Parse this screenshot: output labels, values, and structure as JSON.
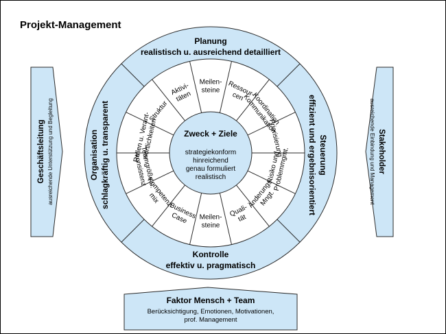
{
  "title": "Projekt-Management",
  "ring": {
    "top": {
      "line1": "Planung",
      "line2": "realistisch u. ausreichend detailliert"
    },
    "bottom": {
      "line1": "Kontrolle",
      "line2": "effektiv u. pragmatisch"
    },
    "left": {
      "line1": "Organisation",
      "line2": "schlagkräftig u. transparent"
    },
    "right": {
      "line1": "Steuerung",
      "line2": "effizient und ergebnisorientiert"
    }
  },
  "segments": [
    {
      "l1": "Meilen-",
      "l2": "steine"
    },
    {
      "l1": "Ressour-",
      "l2": "cen"
    },
    {
      "l1": "Koordination",
      "l2": "Kommunikation"
    },
    {
      "l1": "Priorisierung",
      "l2": ""
    },
    {
      "l1": "Risiko und",
      "l2": "Problemmgmt."
    },
    {
      "l1": "Änderungs-",
      "l2": "Mngt."
    },
    {
      "l1": "Quali-",
      "l2": "tät"
    },
    {
      "l1": "Meilen-",
      "l2": "steine"
    },
    {
      "l1": "Business",
      "l2": "Case"
    },
    {
      "l1": "Kompetenz-",
      "l2": "mix"
    },
    {
      "l1": "Teamgröße u.",
      "l2": "-konsistenz"
    },
    {
      "l1": "Rollen u. Verant-",
      "l2": "wortlichkeiten"
    },
    {
      "l1": "Struktur",
      "l2": ""
    },
    {
      "l1": "Aktivi-",
      "l2": "täten"
    }
  ],
  "center": {
    "title": "Zweck + Ziele",
    "lines": [
      "strategiekonform",
      "hinreichend",
      "genau formuliert",
      "realistisch"
    ]
  },
  "left_panel": {
    "title": "Geschäftsleitung",
    "subtitle": "ausreichende Unterstützung und Begleitung"
  },
  "right_panel": {
    "title": "Stakeholder",
    "subtitle": "ausreichende Einbindung und Management"
  },
  "bottom_panel": {
    "title": "Faktor Mensch + Team",
    "lines": [
      "Berücksichtigung, Emotionen, Motivationen,",
      "prof. Management"
    ]
  },
  "colors": {
    "fill": "#cde6f7",
    "stroke": "#2a2a2a",
    "background": "#ffffff"
  }
}
